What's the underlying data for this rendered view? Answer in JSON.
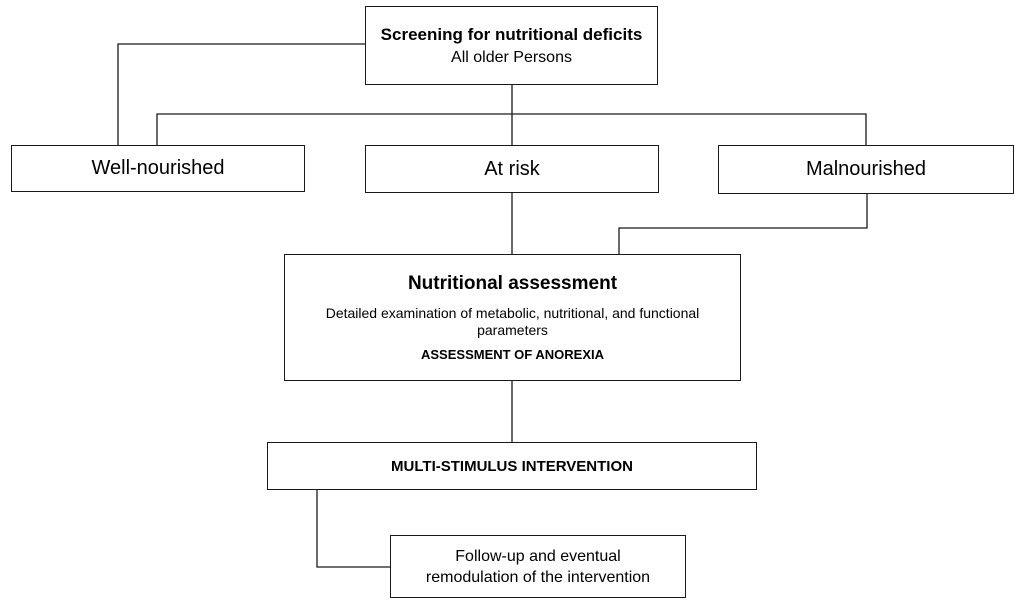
{
  "screening": {
    "title": "Screening for nutritional deficits",
    "subtitle": "All older Persons"
  },
  "categories": {
    "well": "Well-nourished",
    "at_risk": "At risk",
    "malnourished": "Malnourished"
  },
  "assessment": {
    "title": "Nutritional assessment",
    "description": "Detailed examination of metabolic, nutritional, and functional parameters",
    "anorexia": "ASSESSMENT OF ANOREXIA"
  },
  "intervention": {
    "label": "MULTI-STIMULUS INTERVENTION"
  },
  "followup": {
    "label": "Follow-up and eventual remodulation of the intervention"
  }
}
